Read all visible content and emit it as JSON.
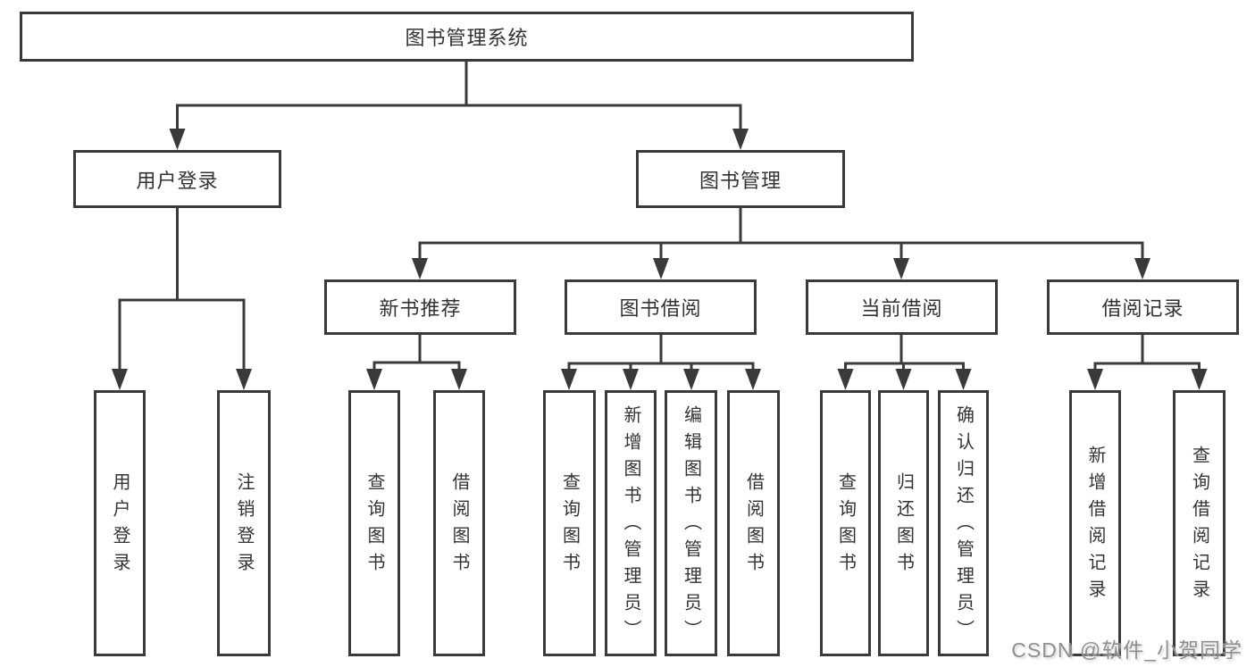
{
  "diagram_title": "图书管理系统",
  "nodes": {
    "root": {
      "label": "图书管理系统"
    },
    "level2": [
      {
        "id": "user-login-group",
        "label": "用户登录"
      },
      {
        "id": "book-management-group",
        "label": "图书管理"
      }
    ],
    "level3": [
      {
        "id": "new-book-recommend",
        "label": "新书推荐",
        "parent": "图书管理"
      },
      {
        "id": "book-borrow",
        "label": "图书借阅",
        "parent": "图书管理"
      },
      {
        "id": "current-borrow",
        "label": "当前借阅",
        "parent": "图书管理"
      },
      {
        "id": "borrow-records",
        "label": "借阅记录",
        "parent": "图书管理"
      }
    ],
    "leaves": [
      {
        "parent": "用户登录",
        "label": "用户登录"
      },
      {
        "parent": "用户登录",
        "label": "注销登录"
      },
      {
        "parent": "新书推荐",
        "label": "查询图书"
      },
      {
        "parent": "新书推荐",
        "label": "借阅图书"
      },
      {
        "parent": "图书借阅",
        "label": "查询图书"
      },
      {
        "parent": "图书借阅",
        "label": "新增图书（管理员）"
      },
      {
        "parent": "图书借阅",
        "label": "编辑图书（管理员）"
      },
      {
        "parent": "图书借阅",
        "label": "借阅图书"
      },
      {
        "parent": "当前借阅",
        "label": "查询图书"
      },
      {
        "parent": "当前借阅",
        "label": "归还图书"
      },
      {
        "parent": "当前借阅",
        "label": "确认归还（管理员）"
      },
      {
        "parent": "借阅记录",
        "label": "新增借阅记录"
      },
      {
        "parent": "借阅记录",
        "label": "查询借阅记录"
      }
    ]
  },
  "watermark": "CSDN @软件_小贺同学",
  "colors": {
    "line": "#3a3a3a",
    "text": "#333333",
    "watermark": "#8f8f8f",
    "background": "#ffffff"
  }
}
